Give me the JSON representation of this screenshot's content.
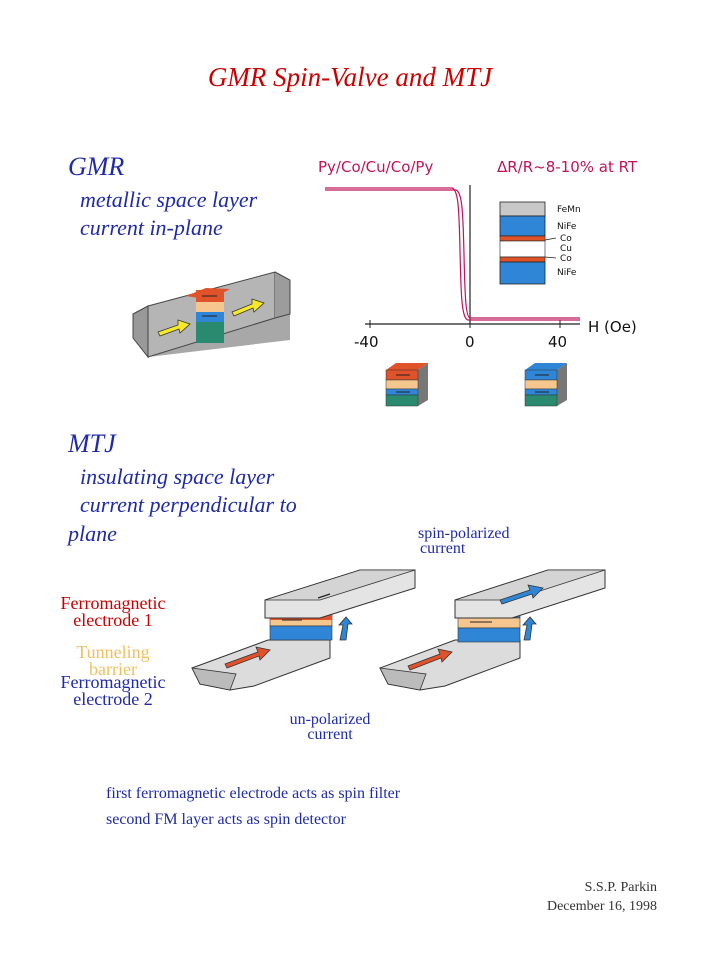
{
  "title": "GMR Spin-Valve and MTJ",
  "gmr": {
    "heading": "GMR",
    "line1": "metallic space layer",
    "line2": "current in-plane"
  },
  "plot": {
    "stack_label": "Py/Co/Cu/Co/Py",
    "mr_label": "ΔR/R~8-10% at RT",
    "x_axis_label": "H (Oe)",
    "ticks": [
      "-40",
      "0",
      "40"
    ],
    "layers": [
      "FeMn",
      "NiFe",
      "Co",
      "Cu",
      "Co",
      "NiFe"
    ]
  },
  "mtj": {
    "heading": "MTJ",
    "line1": "insulating space layer",
    "line2": "current perpendicular to",
    "line3": "plane"
  },
  "labels": {
    "spin_polarized_1": "spin-polarized",
    "spin_polarized_2": "current",
    "fm_electrode1_1": "Ferromagnetic",
    "fm_electrode1_2": "electrode 1",
    "tunnel_1": "Tunneling",
    "tunnel_2": "barrier",
    "fm_electrode2_1": "Ferromagnetic",
    "fm_electrode2_2": "electrode 2",
    "unpolarized_1": "un-polarized",
    "unpolarized_2": "current"
  },
  "footer": {
    "line1": "first ferromagnetic electrode acts as spin filter",
    "line2": "second FM layer acts as spin detector"
  },
  "credit": {
    "author": "S.S.P. Parkin",
    "date": "December 16, 1998"
  },
  "colors": {
    "title": "#cc0000",
    "text_blue": "#1f2aa8",
    "ferromagnet_red": "#e0522a",
    "barrier_tan": "#f5c78e",
    "ferromagnet_blue": "#2f86d6",
    "curve": "#c0135a",
    "tunneling_text": "#f0c060"
  }
}
